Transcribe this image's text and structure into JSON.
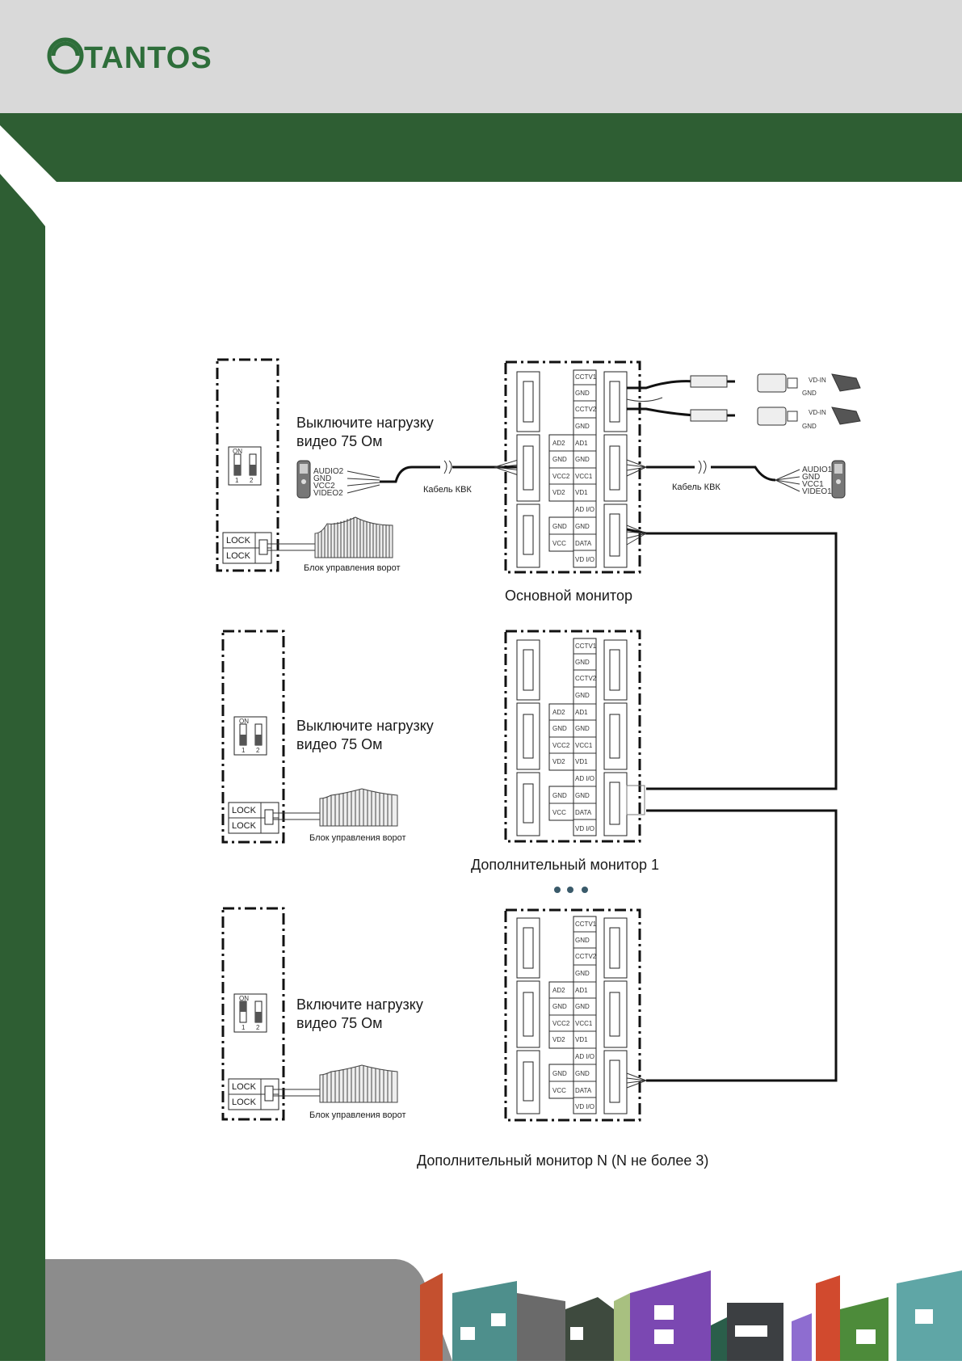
{
  "brand": {
    "logo_text": "TANTOS",
    "color_green": "#2e5e33",
    "color_gray": "#d9d9d9"
  },
  "doorstations": [
    {
      "switch_note_line1": "Выключите нагрузку",
      "switch_note_line2": "видео 75 Ом",
      "dip_on": "ON",
      "dip_1": "1",
      "dip_2": "2",
      "lock_1": "LOCK",
      "lock_2": "LOCK",
      "gate_label": "Блок управления ворот"
    },
    {
      "switch_note_line1": "Выключите нагрузку",
      "switch_note_line2": "видео 75 Ом",
      "dip_on": "ON",
      "dip_1": "1",
      "dip_2": "2",
      "lock_1": "LOCK",
      "lock_2": "LOCK",
      "gate_label": "Блок управления ворот"
    },
    {
      "switch_note_line1": "Включите нагрузку",
      "switch_note_line2": "видео 75 Ом",
      "dip_on": "ON",
      "dip_1": "1",
      "dip_2": "2",
      "lock_1": "LOCK",
      "lock_2": "LOCK",
      "gate_label": "Блок управления ворот"
    }
  ],
  "panel_left": {
    "pins": [
      "AUDIO2",
      "GND",
      "VCC2",
      "VIDEO2"
    ],
    "cable": "Кабель КВК"
  },
  "panel_right": {
    "pins": [
      "AUDIO1",
      "GND",
      "VCC1",
      "VIDEO1"
    ],
    "cable": "Кабель КВК"
  },
  "cameras": {
    "vd_in": "VD-IN",
    "gnd": "GND"
  },
  "terminals": {
    "right_col": [
      "CCTV1",
      "GND",
      "CCTV2",
      "GND",
      "AD1",
      "GND",
      "VCC1",
      "VD1",
      "AD I/O",
      "GND",
      "DATA",
      "VD I/O"
    ],
    "mid_col": [
      "AD2",
      "GND",
      "VCC2",
      "VD2",
      "GND",
      "VCC"
    ]
  },
  "captions": {
    "main_monitor": "Основной монитор",
    "extra_monitor_1": "Дополнительный монитор 1",
    "extra_monitor_n": "Дополнительный монитор N (N не более 3)"
  }
}
